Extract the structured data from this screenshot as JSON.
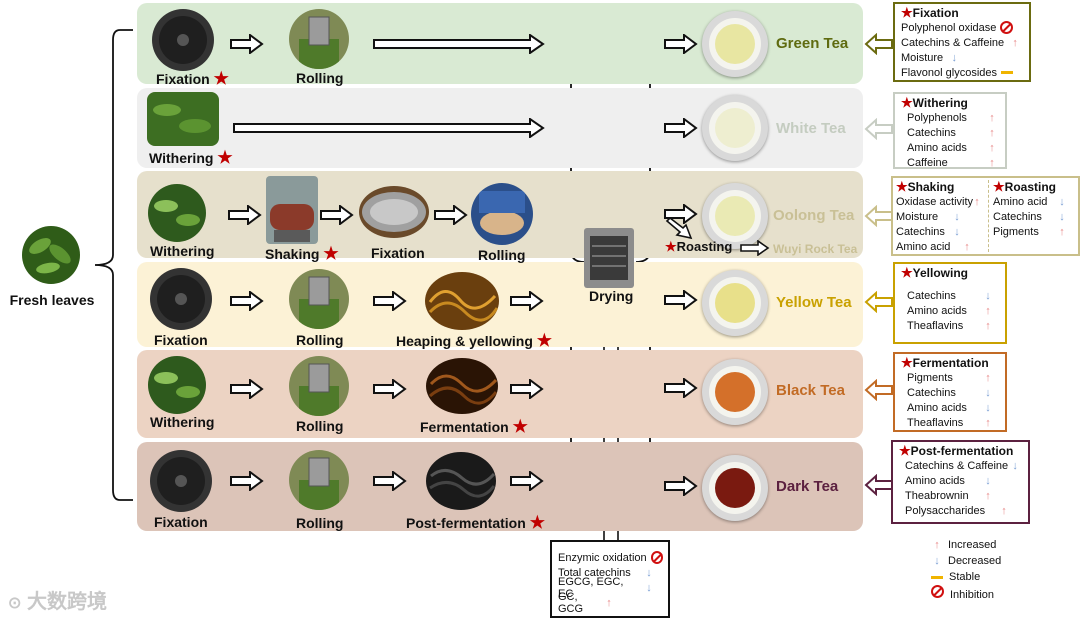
{
  "start": {
    "label": "Fresh leaves"
  },
  "drying": {
    "label": "Drying"
  },
  "rows": {
    "green": {
      "steps": [
        "Fixation",
        "Rolling"
      ],
      "tea": "Green Tea",
      "color": "#5f6b10",
      "band": "#d9ead3"
    },
    "white": {
      "steps": [
        "Withering"
      ],
      "tea": "White Tea",
      "color": "#c4ccc0",
      "band": "#efefef"
    },
    "oolong": {
      "steps": [
        "Withering",
        "Shaking",
        "Fixation",
        "Rolling"
      ],
      "tea": "Oolong Tea",
      "color": "#c9c096",
      "band": "#e6e0cc",
      "roasting": "Roasting",
      "wuyi": "Wuyi Rock Tea"
    },
    "yellow": {
      "steps": [
        "Fixation",
        "Rolling",
        "Heaping & yellowing"
      ],
      "tea": "Yellow Tea",
      "color": "#c9a100",
      "band": "#fcf2d6"
    },
    "black": {
      "steps": [
        "Withering",
        "Rolling",
        "Fermentation"
      ],
      "tea": "Black Tea",
      "color": "#c26b25",
      "band": "#ecd3c3"
    },
    "dark": {
      "steps": [
        "Fixation",
        "Rolling",
        "Post-fermentation"
      ],
      "tea": "Dark Tea",
      "color": "#5c2140",
      "band": "#dcc4b8"
    }
  },
  "boxes": {
    "fixation": {
      "title": "Fixation",
      "items": [
        "Polyphenol oxidase",
        "Catechins & Caffeine",
        "Moisture",
        "Flavonol glycosides"
      ],
      "border": "#6b6b10"
    },
    "withering": {
      "title": "Withering",
      "items": [
        "Polyphenols",
        "Catechins",
        "Amino acids",
        "Caffeine"
      ],
      "border": "#c7cdc3"
    },
    "shaking": {
      "title": "Shaking",
      "items": [
        "Oxidase activity",
        "Moisture",
        "Catechins",
        "Amino acid"
      ],
      "border": "#c9bf8a"
    },
    "roasting": {
      "title": "Roasting",
      "items": [
        "Amino acid",
        "Catechins",
        "Pigments"
      ]
    },
    "yellowing": {
      "title": "Yellowing",
      "items": [
        "Catechins",
        "Amino acids",
        "Theaflavins"
      ],
      "border": "#c9a100"
    },
    "fermentation": {
      "title": "Fermentation",
      "items": [
        "Pigments",
        "Catechins",
        "Amino acids",
        "Theaflavins"
      ],
      "border": "#c26b25"
    },
    "postferm": {
      "title": "Post-fermentation",
      "items": [
        "Catechins & Caffeine",
        "Amino acids",
        "Theabrownin",
        "Polysaccharides"
      ],
      "border": "#5c2140"
    },
    "drying": {
      "items": [
        "Enzymic oxidation",
        "Total catechins",
        "EGCG, EGC, EC",
        "GC, GCG"
      ]
    }
  },
  "legend": {
    "increased": "Increased",
    "decreased": "Decreased",
    "stable": "Stable",
    "inhibition": "Inhibition"
  },
  "watermark": "大数跨境"
}
